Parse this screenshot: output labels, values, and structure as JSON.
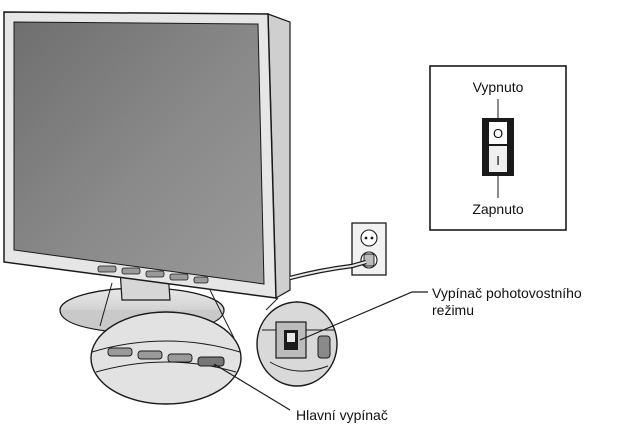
{
  "switch_legend": {
    "off_label": "Vypnuto",
    "on_label": "Zapnuto",
    "off_symbol": "O",
    "on_symbol": "I"
  },
  "callouts": {
    "standby_switch": "Vypínač pohotovostního\nrežimu",
    "main_switch": "Hlavní vypínač"
  },
  "colors": {
    "screen": "#7f7f7f",
    "bezel": "#e4e4e4",
    "outline": "#1a1a1a",
    "switch_body": "#1a1a1a",
    "switch_rocker": "#ffffff"
  }
}
